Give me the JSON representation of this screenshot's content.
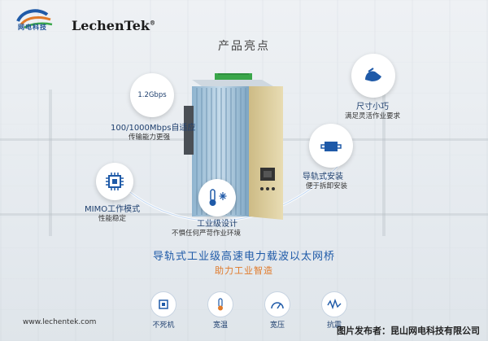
{
  "logo": {
    "sub_text": "网电科技"
  },
  "brand": "LechenTek",
  "brand_mark": "®",
  "title": "产品亮点",
  "callouts": [
    {
      "id": "rate",
      "badge": "1.2Gbps",
      "label": "100/1000Mbps自适应",
      "sub": "传输能力更强"
    },
    {
      "id": "mimo",
      "label": "MIMO工作模式",
      "sub": "性能稳定"
    },
    {
      "id": "industrial",
      "label": "工业级设计",
      "sub": "不惧任何严苛作业环境"
    },
    {
      "id": "size",
      "label": "尺寸小巧",
      "sub": "满足灵活作业要求"
    },
    {
      "id": "rail",
      "label": "导轨式安装",
      "sub": "便于拆卸安装"
    }
  ],
  "headline": "导轨式工业级高速电力载波以太网桥",
  "subheadline": "助力工业智造",
  "features": [
    {
      "label": "不死机",
      "icon": "cpu-icon"
    },
    {
      "label": "宽温",
      "icon": "thermometer-icon"
    },
    {
      "label": "宽压",
      "icon": "gauge-icon"
    },
    {
      "label": "抗震",
      "icon": "wave-icon"
    }
  ],
  "website": "www.lechentek.com",
  "credit": "图片发布者：昆山网电科技有限公司",
  "colors": {
    "blue": "#1f5aa8",
    "orange": "#e07a2a",
    "green": "#3aa64a",
    "device_gold": "#d8c89a"
  }
}
